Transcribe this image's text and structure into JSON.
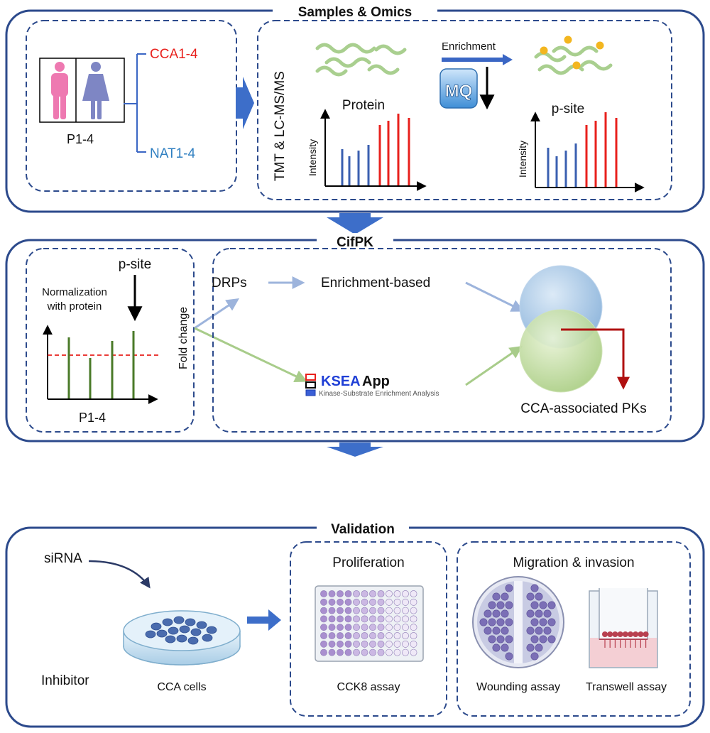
{
  "colors": {
    "panel_border": "#2c4a8c",
    "arrow_blue": "#3d6ec9",
    "red": "#e8201c",
    "nat_blue": "#2f7fc1",
    "bar_blue": "#3a5fb0",
    "bar_green": "#4a7a28",
    "light_arrow_blue": "#9db4dc",
    "light_arrow_green": "#a8cc8a",
    "dark_red": "#b01010",
    "peptide_green": "#a9cf8f",
    "phospho_yellow": "#f3b61f",
    "male_pink": "#ee79b1",
    "female_purple": "#7e86c4"
  },
  "section1": {
    "title": "Samples & Omics",
    "patients_label": "P1-4",
    "cca_label": "CCA1-4",
    "nat_label": "NAT1-4",
    "method_label": "TMT & LC-MS/MS",
    "enrichment_label": "Enrichment",
    "mq_label": "MQ",
    "protein_chart": {
      "title": "Protein",
      "ylabel": "Intensity"
    },
    "psite_chart": {
      "title": "p-site",
      "ylabel": "Intensity"
    }
  },
  "section2": {
    "title": "CifPK",
    "psite_label": "p-site",
    "normalization_label_1": "Normalization",
    "normalization_label_2": "with protein",
    "patients_label": "P1-4",
    "fold_change_label": "Fold change",
    "drps_label": "DRPs",
    "enrichment_based_label": "Enrichment-based",
    "ksea_logo_word1": "KSEA",
    "ksea_logo_word2": "App",
    "ksea_subtitle": "Kinase-Substrate Enrichment Analysis",
    "result_label": "CCA-associated PKs"
  },
  "section3": {
    "title": "Validation",
    "sirna_label": "siRNA",
    "inhibitor_label": "Inhibitor",
    "cells_label": "CCA cells",
    "proliferation_title": "Proliferation",
    "cck8_label": "CCK8 assay",
    "migration_title": "Migration & invasion",
    "wounding_label": "Wounding assay",
    "transwell_label": "Transwell assay"
  }
}
